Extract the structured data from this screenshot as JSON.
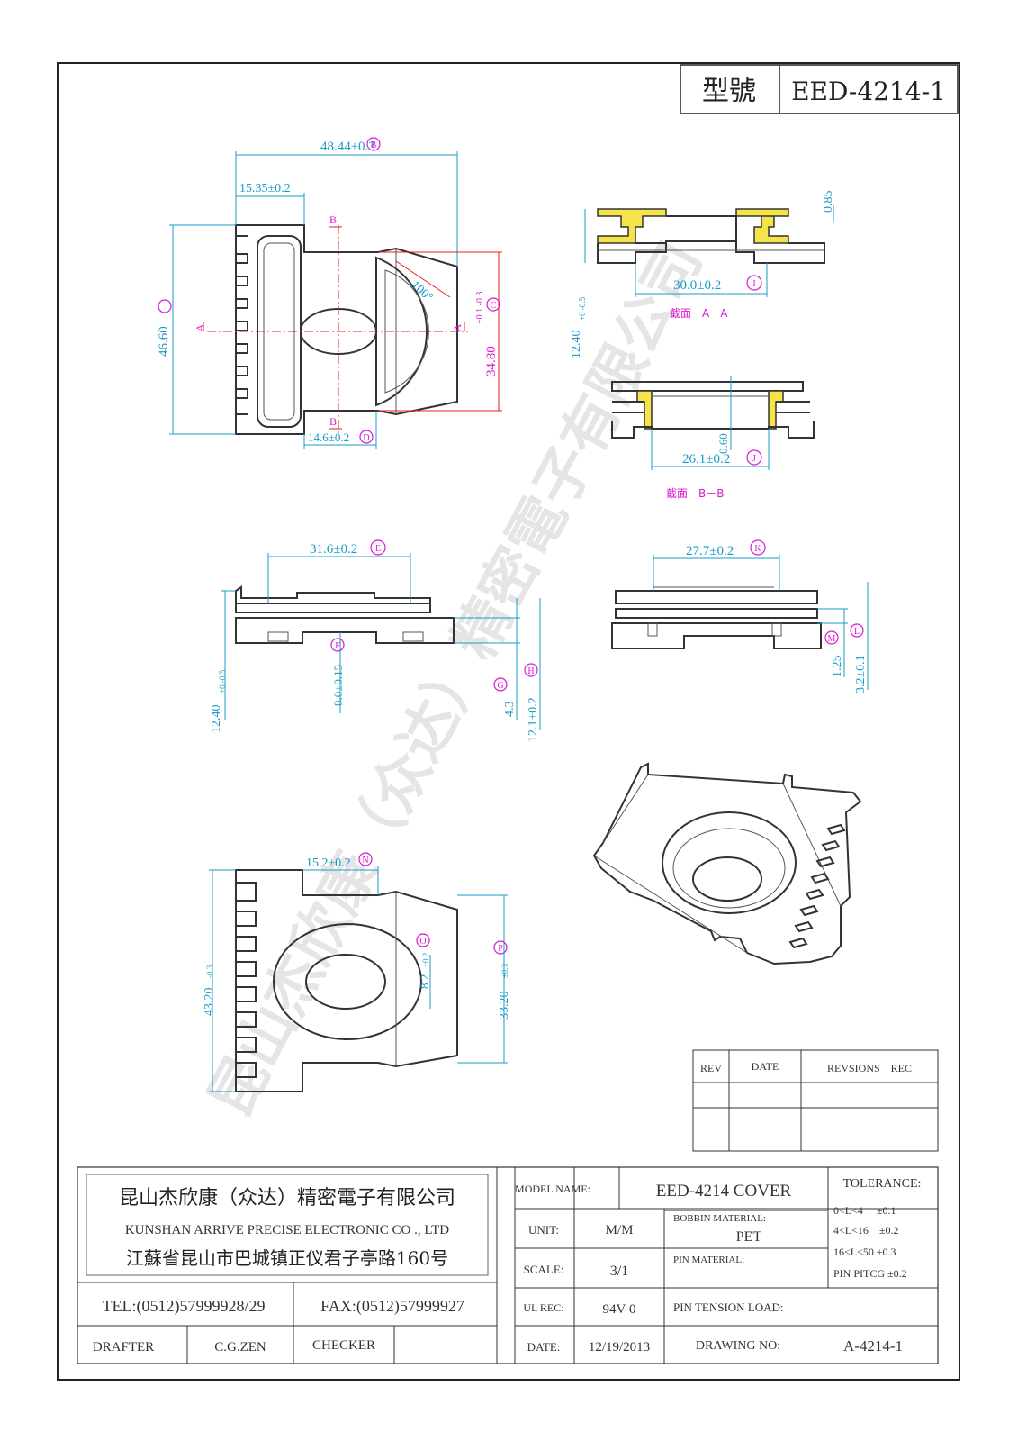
{
  "header": {
    "model_label": "型號",
    "model_value": "EED-4214-1"
  },
  "watermark": "昆山杰欣康（众达）精密電子有限公司",
  "dimensions": {
    "b": "48.44±0.3",
    "a_width": "15.35±0.2",
    "height_4660": "46.60",
    "c": "34.80",
    "c_tol": "+0.1\n-0.3",
    "d": "14.6±0.2",
    "angle": "100°",
    "h085": "0.85",
    "i": "30.0±0.2",
    "h1240": "12.40",
    "h1240_tol": "+0\n-0.5",
    "h060": "0.60",
    "j": "26.1±0.2",
    "e": "31.6±0.2",
    "f": "8.0±0.15",
    "g": "4.3",
    "h": "12.1±0.2",
    "k": "27.7±0.2",
    "m": "1.25",
    "l": "3.2±0.1",
    "n": "15.2±0.2",
    "o": "8.2",
    "o_tol": "±0.2",
    "height_4320": "43.20",
    "height_4320_tol": "-0.3",
    "p": "33.20",
    "p_tol": "±0.3"
  },
  "labels": {
    "circle_b": "B",
    "circle_c": "C",
    "circle_d": "D",
    "circle_i": "I",
    "circle_j": "J",
    "circle_e": "E",
    "circle_f": "F",
    "circle_g": "G",
    "circle_h": "H",
    "circle_k": "K",
    "circle_l": "L",
    "circle_m": "M",
    "circle_n": "N",
    "circle_o": "O",
    "circle_p": "P",
    "sect_a": "A",
    "sect_b": "B",
    "section_aa": "截面　A－A",
    "section_bb": "截面　B－B"
  },
  "revisions": {
    "headers": [
      "REV",
      "DATE",
      "REVSIONS　REC"
    ]
  },
  "title_block": {
    "company_cn": "昆山杰欣康（众达）精密電子有限公司",
    "company_en": "KUNSHAN ARRIVE PRECISE ELECTRONIC CO ., LTD",
    "address": "江蘇省昆山市巴城镇正仪君子亭路160号",
    "tel": "TEL:(0512)57999928/29",
    "fax": "FAX:(0512)57999927",
    "drafter_label": "DRAFTER",
    "drafter_value": "C.G.ZEN",
    "checker_label": "CHECKER",
    "model_name_label": "MODEL NAME:",
    "model_name_value": "EED-4214 COVER",
    "unit_label": "UNIT:",
    "unit_value": "M/M",
    "bobbin_label": "BOBBIN MATERIAL:",
    "bobbin_value": "PET",
    "scale_label": "SCALE:",
    "scale_value": "3/1",
    "pin_material_label": "PIN MATERIAL:",
    "ul_label": "UL REC:",
    "ul_value": "94V-0",
    "pin_tension_label": "PIN TENSION LOAD:",
    "date_label": "DATE:",
    "date_value": "12/19/2013",
    "drawing_no_label": "DRAWING NO:",
    "drawing_no_value": "A-4214-1",
    "tolerance_title": "TOLERANCE:",
    "tolerances": [
      "0<L<4　 ±0.1",
      "4<L<16　±0.2",
      "16<L<50 ±0.3",
      "PIN PITCG ±0.2"
    ]
  }
}
